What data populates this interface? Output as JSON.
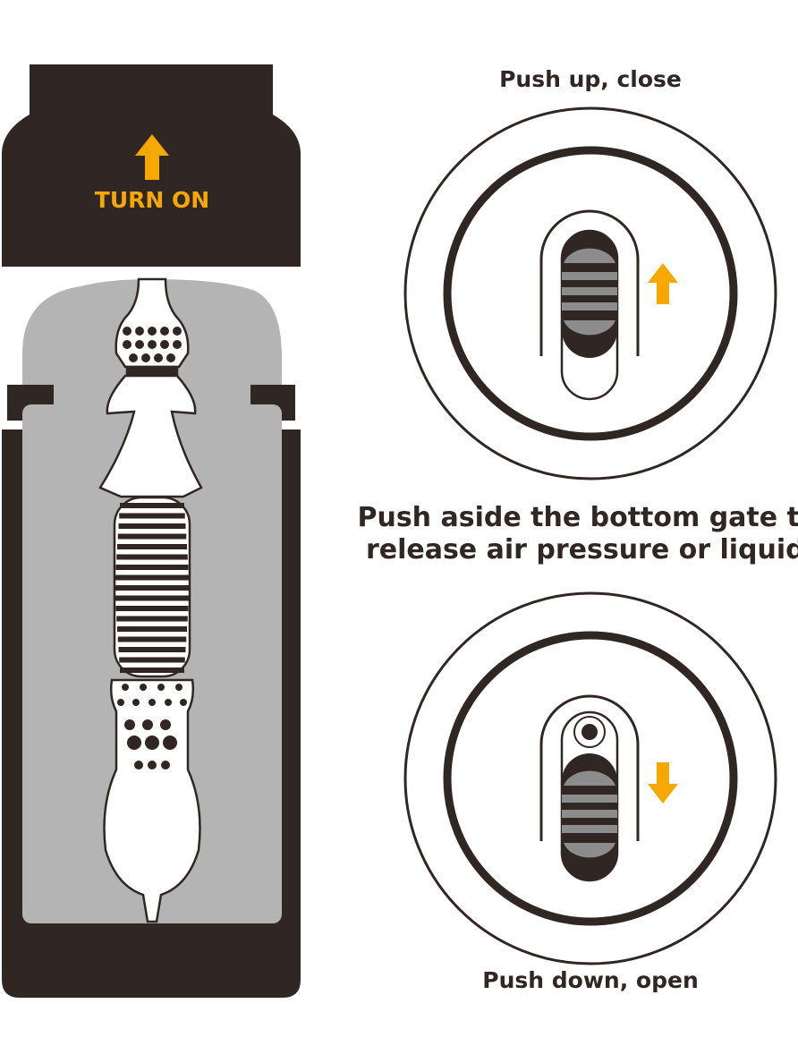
{
  "colors": {
    "dark": "#302724",
    "accent": "#f5a800",
    "gray": "#b4b4b4",
    "mid_gray": "#8c8c8c"
  },
  "cap": {
    "label": "TURN ON",
    "icon": "arrow-up-icon"
  },
  "top_dial": {
    "caption": "Push up, close",
    "icon": "arrow-up-icon",
    "state": "closed"
  },
  "instruction": {
    "line1": "Push aside the bottom gate to",
    "line2": "release air pressure or liquid."
  },
  "bottom_dial": {
    "caption": "Push down, open",
    "icon": "arrow-down-icon",
    "state": "open"
  }
}
